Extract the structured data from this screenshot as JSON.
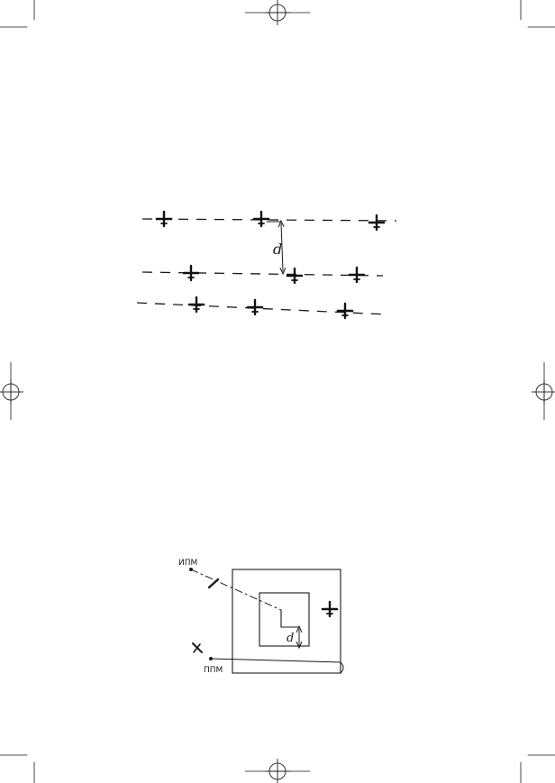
{
  "figure_top": {
    "distance_label": "d"
  },
  "figure_bottom": {
    "entry_point_label": "ИПМ",
    "exit_point_label": "ППМ",
    "distance_label": "d"
  },
  "icons": {
    "aircraft": "airplane-icon",
    "registration_mark": "crosshair-icon"
  }
}
